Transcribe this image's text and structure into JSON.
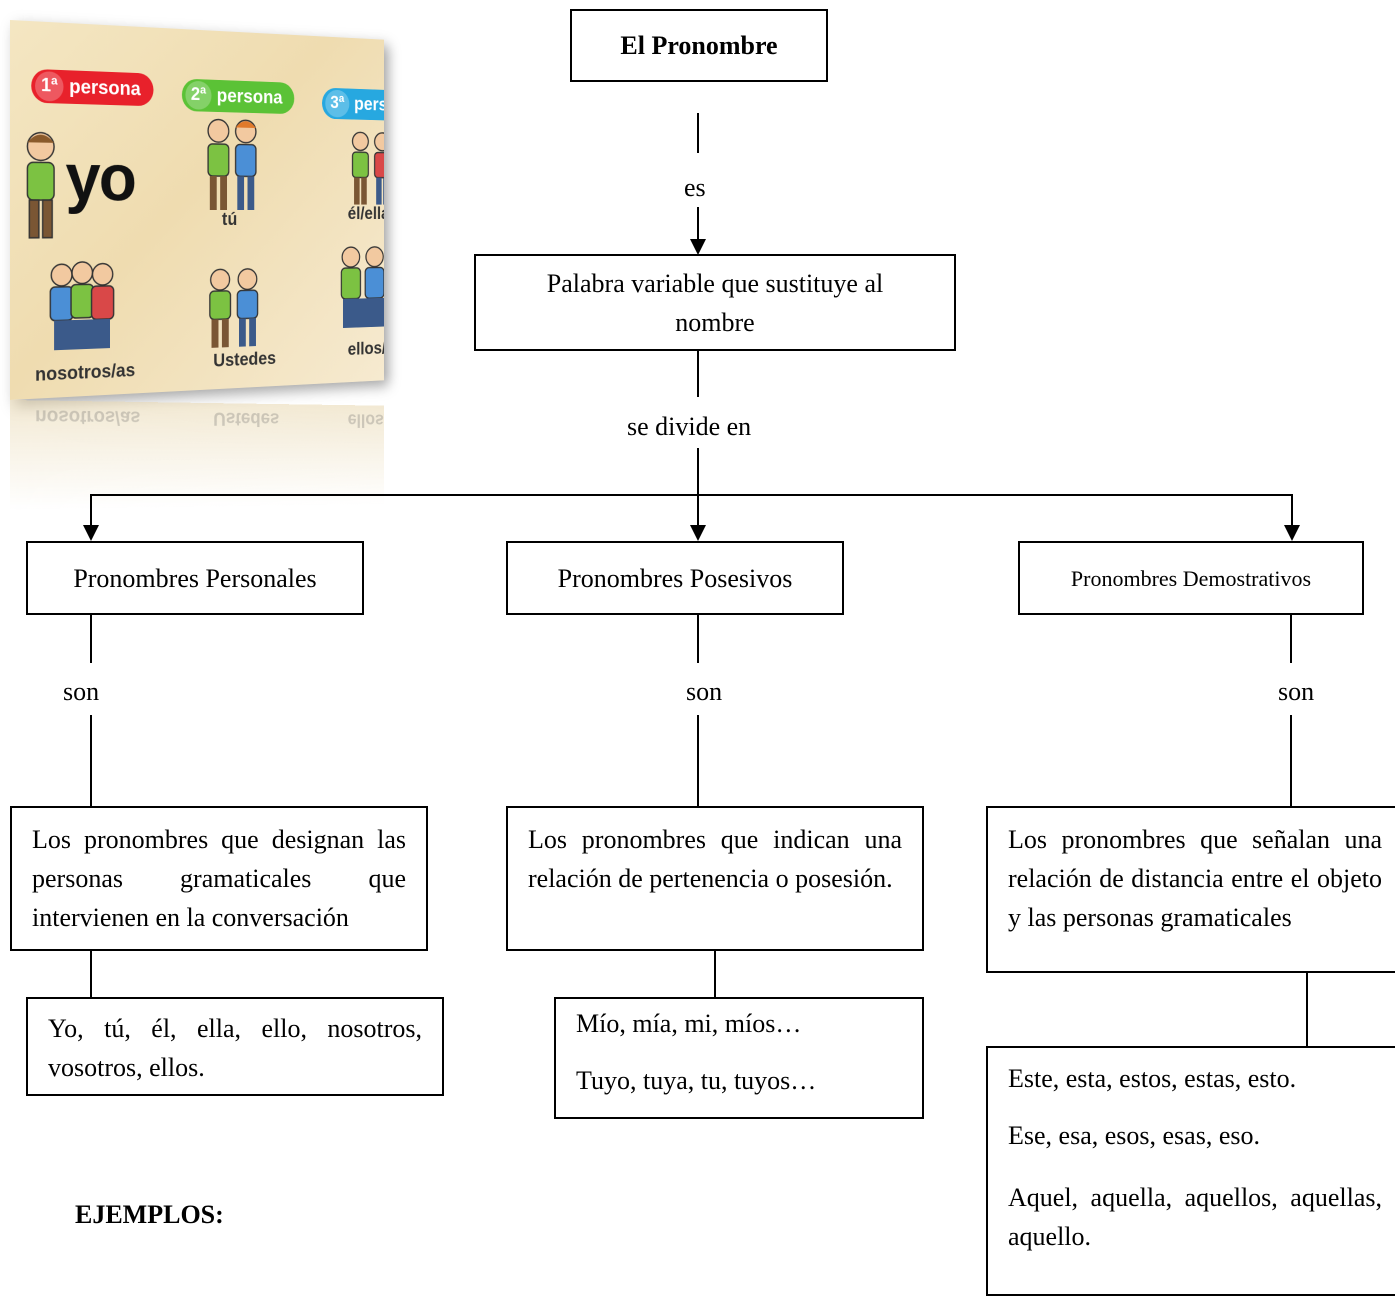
{
  "illustration": {
    "badges": [
      {
        "num": "1ª",
        "text": "persona",
        "color": "#e8212b"
      },
      {
        "num": "2ª",
        "text": "persona",
        "color": "#5bc236"
      },
      {
        "num": "3ª",
        "text": "perso",
        "color": "#27a8e0"
      }
    ],
    "pronouns": {
      "yo": "yo",
      "tu": "tú",
      "el_ella": "él/ella",
      "nosotros": "nosotros/as",
      "ustedes": "Ustedes",
      "ellos": "ellos/a"
    }
  },
  "diagram": {
    "root": "El Pronombre",
    "link_es": "es",
    "definition": "Palabra variable que sustituye al nombre",
    "link_divide": "se divide en",
    "branches": [
      {
        "title": "Pronombres Personales",
        "link": "son",
        "description": "Los pronombres que designan las personas gramaticales que intervienen en la conversación",
        "examples": [
          "Yo, tú, él, ella, ello, nosotros, vosotros, ellos."
        ]
      },
      {
        "title": "Pronombres Posesivos",
        "link": "son",
        "description": "Los pronombres que indican una relación de pertenencia o posesión.",
        "examples": [
          "Mío, mía, mi, míos…",
          "Tuyo, tuya, tu, tuyos…"
        ]
      },
      {
        "title": "Pronombres Demostrativos",
        "link": "son",
        "description": "Los pronombres que señalan una relación de distancia entre el objeto y las personas gramaticales",
        "examples": [
          "Este, esta, estos, estas, esto.",
          "Ese, esa, esos, esas, eso.",
          "Aquel, aquella, aquellos, aquellas, aquello."
        ]
      }
    ]
  },
  "footer": {
    "ejemplos": "EJEMPLOS:"
  }
}
